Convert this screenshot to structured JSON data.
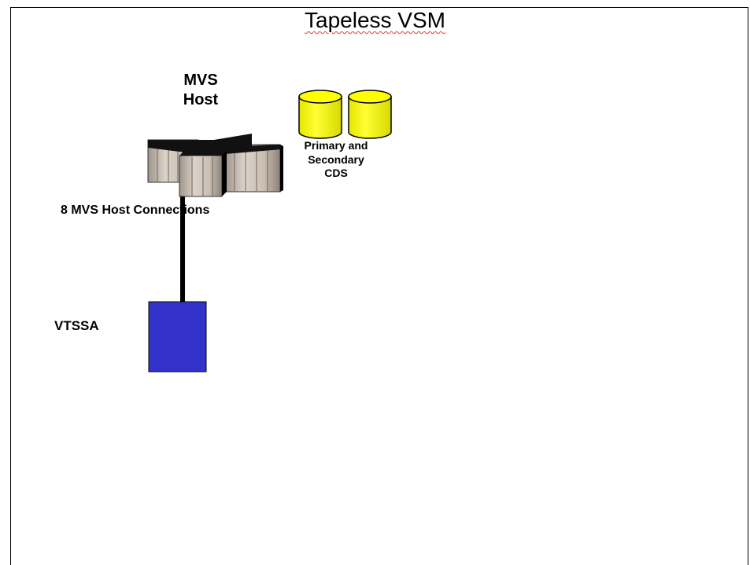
{
  "title": "Tapeless VSM",
  "host": {
    "label_line1": "MVS",
    "label_line2": "Host",
    "icon": "mainframe-icon"
  },
  "connections": {
    "label": "8 MVS Host Connections"
  },
  "cds": {
    "label_line1": "Primary and",
    "label_line2": "Secondary",
    "label_line3": "CDS",
    "icon": "disk-cylinder-icon",
    "color": "#ffff00"
  },
  "vtss": {
    "label": "VTSSA",
    "color": "#3333cc"
  },
  "colors": {
    "spellcheck_underline": "#e23a3a",
    "connector": "#000000",
    "mainframe_panel": "#c9bfb3"
  }
}
